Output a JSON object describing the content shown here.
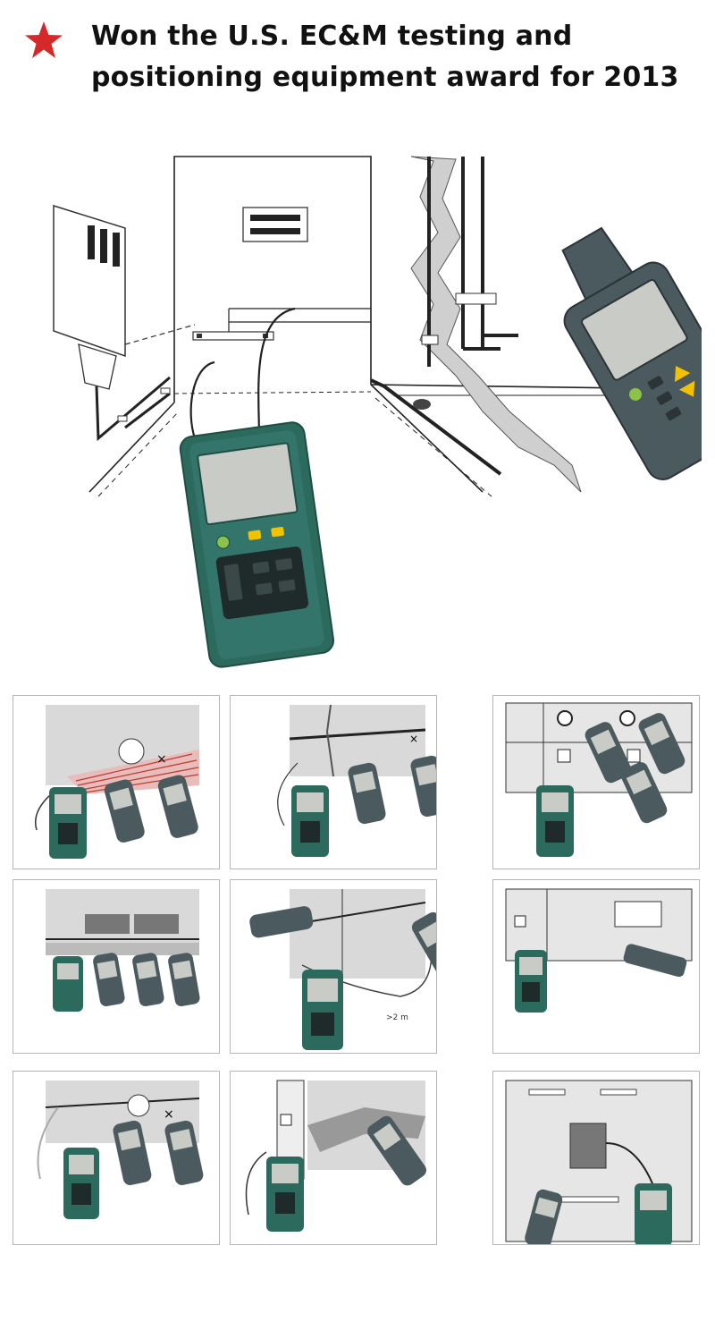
{
  "header": {
    "title_line1": "Won the U.S. EC&M testing and",
    "title_line2": "positioning equipment award for 2013",
    "star_color": "#d62828"
  },
  "colors": {
    "device_body": "#2d6a5e",
    "device_dark": "#1f4d44",
    "receiver_body": "#4a5a5e",
    "screen": "#c9ccc6",
    "button_yellow": "#f2c200",
    "button_green": "#8bc34a",
    "wall_gray": "#d9d9d9"
  },
  "icons": [
    "star-icon",
    "transmitter-device-icon",
    "receiver-device-icon",
    "outlet-icon",
    "ground-icon",
    "cross-mark-icon",
    "signal-icon"
  ],
  "panels": [
    {
      "id": "floor-heating"
    },
    {
      "id": "wall-break"
    },
    {
      "id": "outlet-sockets"
    },
    {
      "id": "radiators"
    },
    {
      "id": "distance-2m",
      "distance_label": ">2 m"
    },
    {
      "id": "junction-box"
    },
    {
      "id": "cable-break"
    },
    {
      "id": "underground-cable"
    },
    {
      "id": "distribution-board"
    }
  ]
}
